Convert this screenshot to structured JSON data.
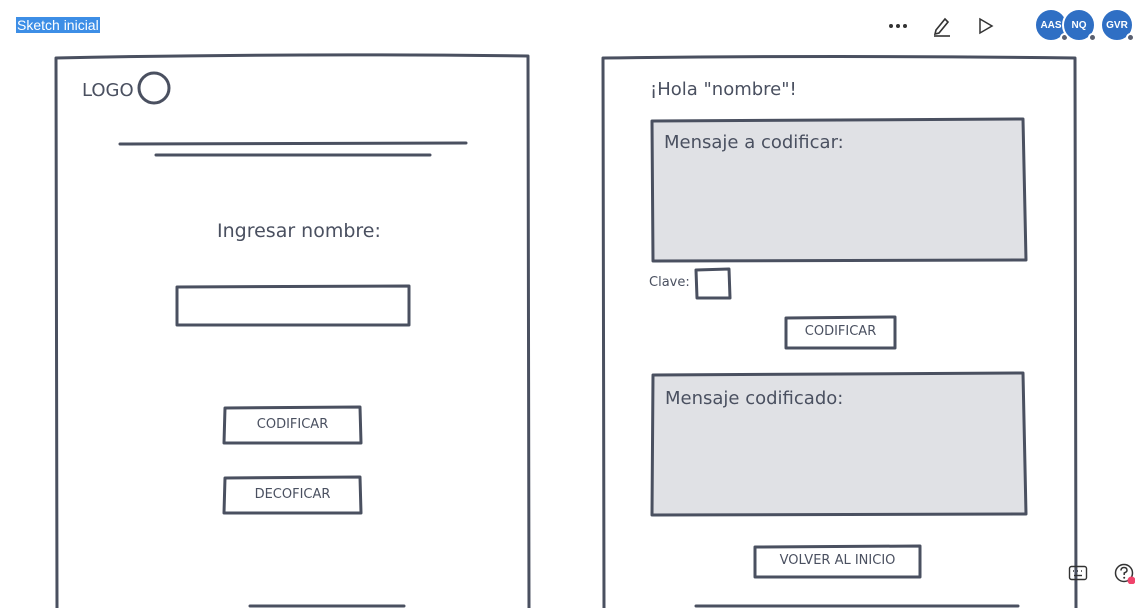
{
  "header": {
    "title": "Sketch inicial",
    "toolbar": {
      "more_icon": "more-horizontal-icon",
      "edit_icon": "pencil-icon",
      "play_icon": "play-icon"
    },
    "collaborators": [
      {
        "initials": "AAS",
        "color": "#2f6fc4"
      },
      {
        "initials": "NQ",
        "color": "#2f6fc4"
      },
      {
        "initials": "GVR",
        "color": "#2f6fc4"
      }
    ]
  },
  "sketch_left": {
    "logo_text": "LOGO",
    "name_prompt": "Ingresar nombre:",
    "encode_button": "CODIFICAR",
    "decode_button": "DECOFICAR"
  },
  "sketch_right": {
    "greeting": "¡Hola \"nombre\"!",
    "message_to_encode": "Mensaje a codificar:",
    "key_label": "Clave:",
    "encode_button": "CODIFICAR",
    "encoded_message": "Mensaje codificado:",
    "back_button": "VOLVER AL INICIO"
  },
  "footer": {
    "keyboard_icon": "keyboard-icon",
    "help_icon": "help-icon"
  }
}
